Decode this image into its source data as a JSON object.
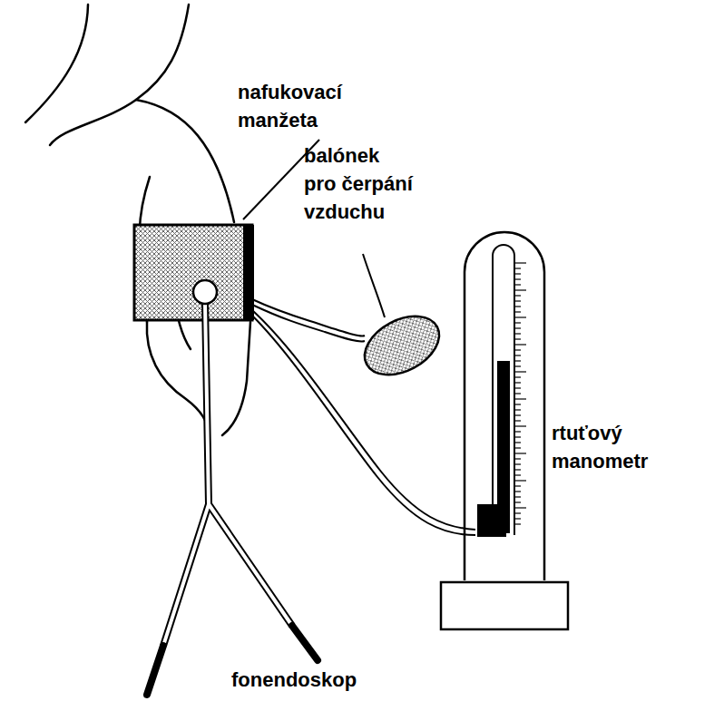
{
  "diagram": {
    "labels": [
      "nafukovací manžeta",
      "balónek pro čerpání vzduchu",
      "rtuťový manometr",
      "fonendoskop"
    ]
  }
}
